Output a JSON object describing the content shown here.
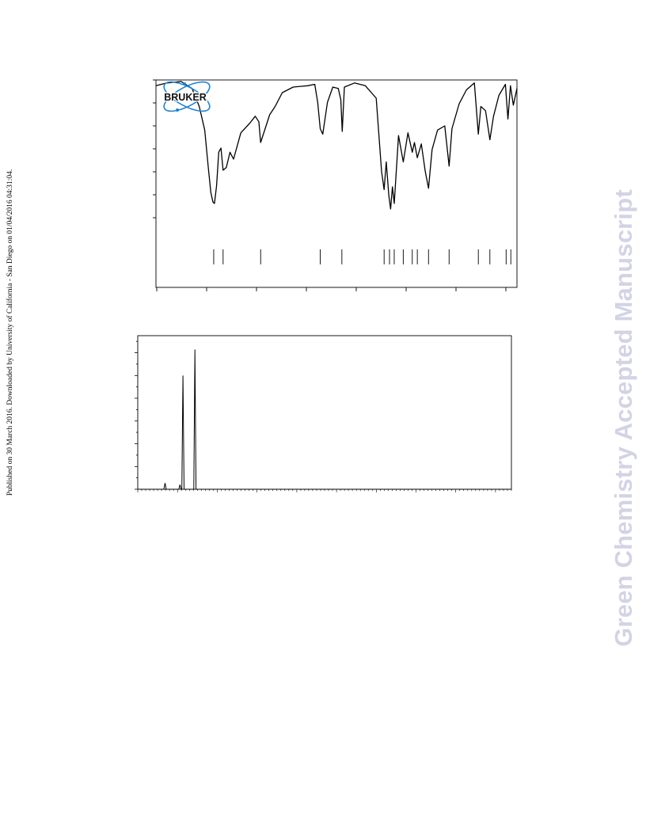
{
  "page": {
    "side_note": "Published on 30 March 2016. Downloaded by University of California - San Diego on 01/04/2016 04:31:04.",
    "watermark": "Green Chemistry Accepted Manuscript",
    "logo_text": "BRUKER"
  },
  "chart_data": [
    {
      "type": "line",
      "xlim": [
        0,
        1
      ],
      "ylim": [
        0,
        1
      ],
      "grid": false,
      "peak_markers": [
        0.16,
        0.186,
        0.29,
        0.455,
        0.515,
        0.632,
        0.647,
        0.66,
        0.685,
        0.71,
        0.724,
        0.755,
        0.812,
        0.893,
        0.925,
        0.97,
        0.983
      ],
      "x": [
        0.0,
        0.03,
        0.07,
        0.1,
        0.12,
        0.135,
        0.145,
        0.152,
        0.158,
        0.162,
        0.168,
        0.174,
        0.18,
        0.186,
        0.195,
        0.205,
        0.215,
        0.235,
        0.26,
        0.275,
        0.285,
        0.29,
        0.3,
        0.315,
        0.33,
        0.35,
        0.38,
        0.42,
        0.44,
        0.448,
        0.455,
        0.462,
        0.475,
        0.49,
        0.505,
        0.512,
        0.516,
        0.522,
        0.55,
        0.58,
        0.61,
        0.625,
        0.632,
        0.638,
        0.645,
        0.65,
        0.655,
        0.66,
        0.672,
        0.685,
        0.698,
        0.71,
        0.716,
        0.724,
        0.735,
        0.746,
        0.755,
        0.765,
        0.78,
        0.8,
        0.812,
        0.82,
        0.84,
        0.86,
        0.882,
        0.893,
        0.9,
        0.913,
        0.925,
        0.935,
        0.95,
        0.968,
        0.975,
        0.982,
        0.99,
        1.0
      ],
      "y": [
        0.97,
        0.99,
        1.0,
        0.95,
        0.82,
        0.65,
        0.38,
        0.2,
        0.13,
        0.12,
        0.25,
        0.49,
        0.52,
        0.36,
        0.38,
        0.49,
        0.44,
        0.63,
        0.7,
        0.75,
        0.71,
        0.56,
        0.64,
        0.76,
        0.82,
        0.92,
        0.96,
        0.97,
        0.98,
        0.85,
        0.66,
        0.62,
        0.85,
        0.96,
        0.95,
        0.87,
        0.64,
        0.96,
        0.99,
        0.97,
        0.88,
        0.35,
        0.22,
        0.42,
        0.18,
        0.08,
        0.24,
        0.12,
        0.61,
        0.42,
        0.63,
        0.49,
        0.56,
        0.45,
        0.55,
        0.35,
        0.23,
        0.51,
        0.65,
        0.68,
        0.39,
        0.66,
        0.84,
        0.94,
        0.99,
        0.62,
        0.82,
        0.79,
        0.58,
        0.75,
        0.9,
        0.98,
        0.73,
        0.97,
        0.83,
        0.95
      ]
    },
    {
      "type": "line",
      "xlim": [
        0,
        1
      ],
      "ylim": [
        0,
        1
      ],
      "grid": false,
      "x": [
        0.0,
        0.07,
        0.073,
        0.076,
        0.11,
        0.113,
        0.116,
        0.118,
        0.121,
        0.124,
        0.15,
        0.153,
        0.156,
        1.0
      ],
      "y": [
        0.0,
        0.0,
        0.04,
        0.0,
        0.0,
        0.03,
        0.0,
        0.0,
        0.74,
        0.0,
        0.0,
        0.91,
        0.0,
        0.0
      ]
    }
  ]
}
